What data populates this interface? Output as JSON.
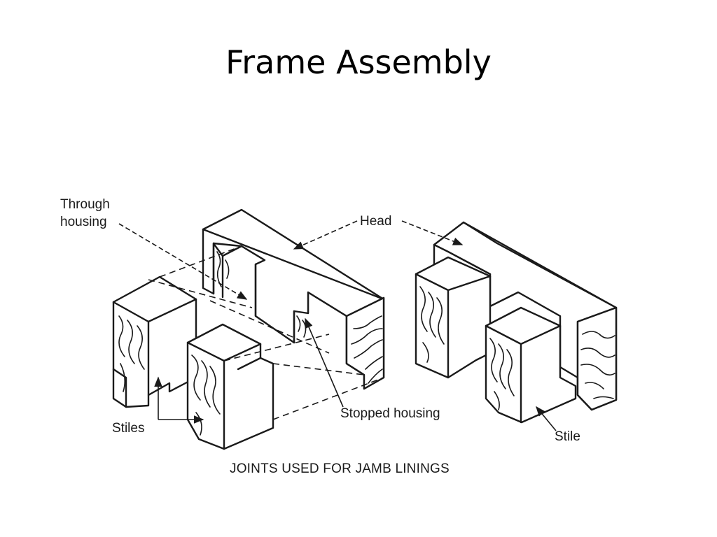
{
  "slide": {
    "title": "Frame Assembly"
  },
  "figure": {
    "caption": "JOINTS USED FOR JAMB LININGS",
    "labels": {
      "through_line1": "Through",
      "through_line2": "housing",
      "head": "Head",
      "stiles": "Stiles",
      "stopped_housing": "Stopped housing",
      "stile": "Stile"
    }
  }
}
